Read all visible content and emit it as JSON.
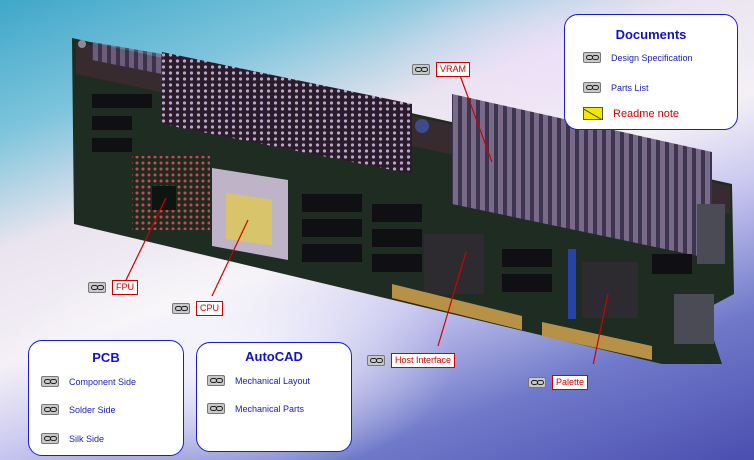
{
  "hotspots": {
    "vram": "VRAM",
    "fpu": "FPU",
    "cpu": "CPU",
    "host_interface": "Host Interface",
    "palette": "Palette"
  },
  "documents": {
    "title": "Documents",
    "items": [
      "Design Specification",
      "Parts List",
      "Readme note"
    ]
  },
  "pcb": {
    "title": "PCB",
    "items": [
      "Component Side",
      "Solder Side",
      "Silk Side"
    ]
  },
  "autocad": {
    "title": "AutoCAD",
    "items": [
      "Mechanical Layout",
      "Mechanical Parts"
    ]
  },
  "colors": {
    "panel_border": "#1b1bd6",
    "panel_title": "#1212c8",
    "hotspot_label": "#d10000",
    "board": "#1c2a1e"
  },
  "icons": {
    "hotspot": "chain-link-icon",
    "document": "chain-link-icon",
    "readme": "envelope-icon"
  }
}
